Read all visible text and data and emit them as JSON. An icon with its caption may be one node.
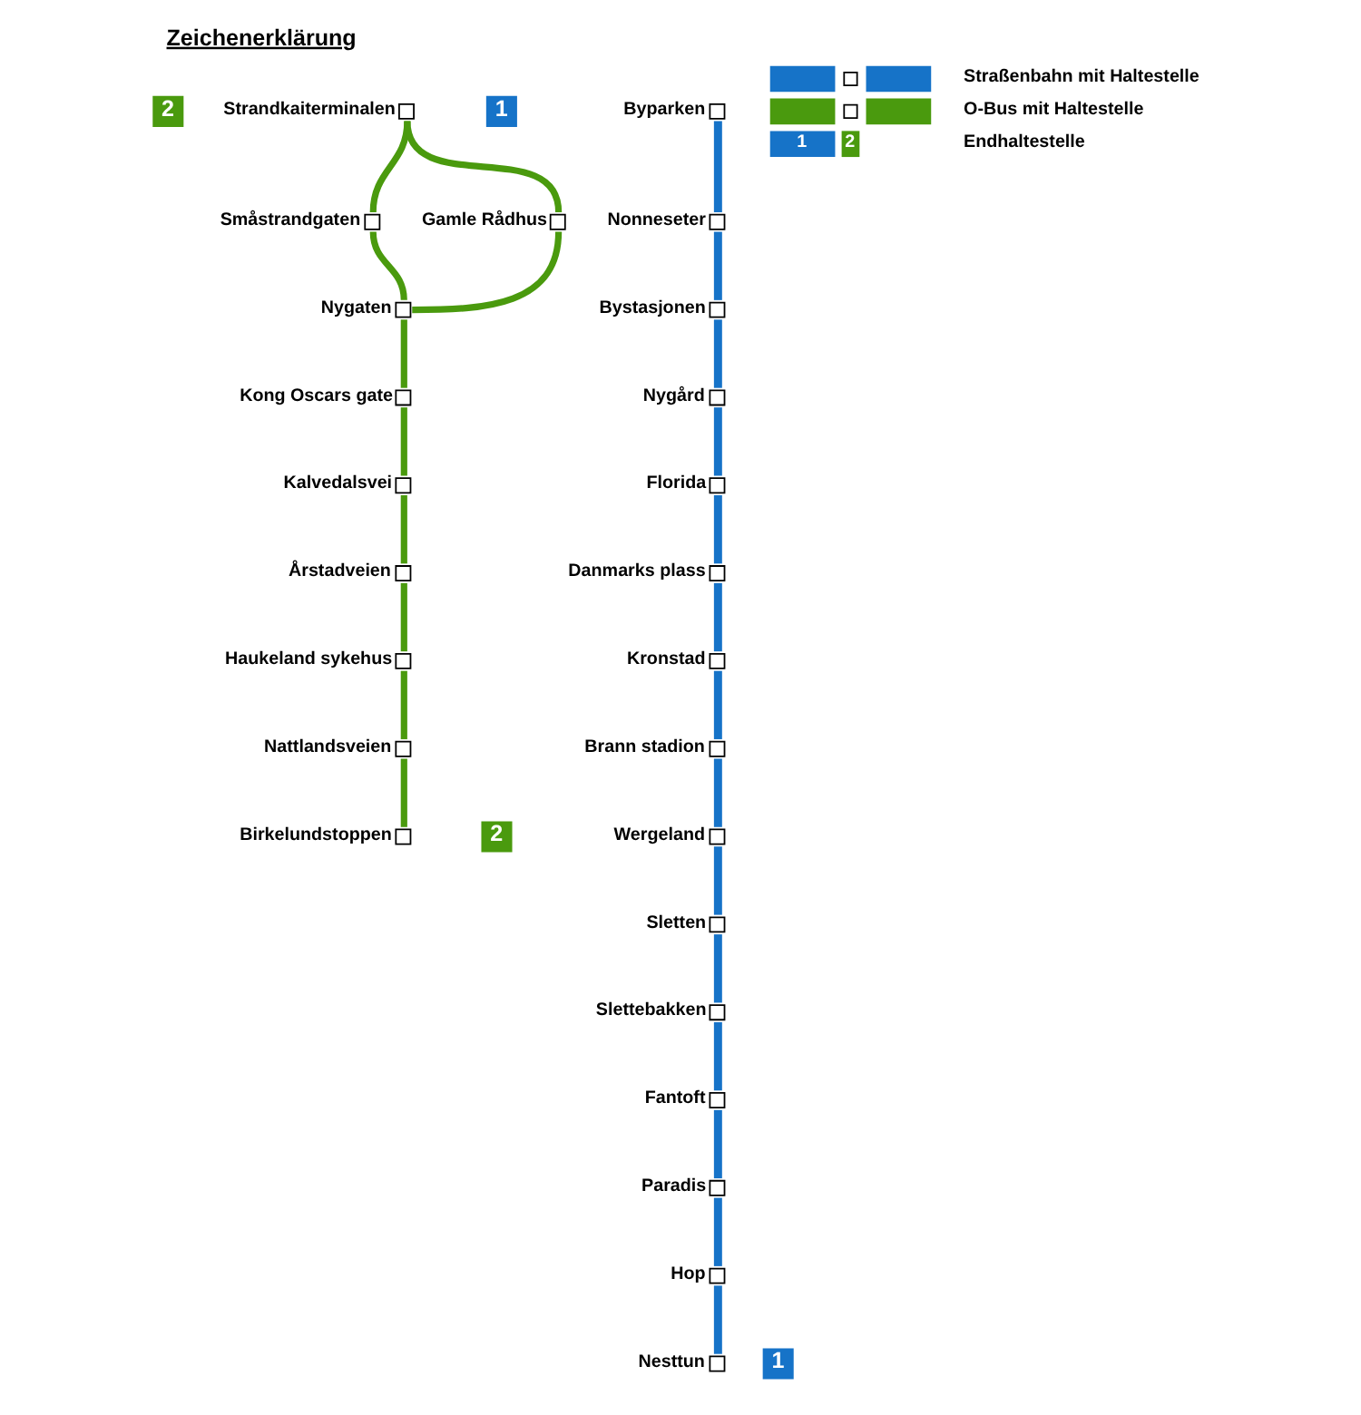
{
  "diagram": {
    "title": "Zeichenerklärung",
    "nodes": [
      {
        "text": [
          "2"
        ]
      },
      {
        "text": [
          "Strandkaiterminalen"
        ]
      },
      {
        "text": [
          "Småstrandgaten"
        ]
      },
      {
        "text": [
          "Gamle Rådhus"
        ]
      },
      {
        "text": [
          "Nygaten"
        ]
      },
      {
        "text": [
          "Kong Oscars gate"
        ]
      },
      {
        "text": [
          "Kalvedalsvei"
        ]
      },
      {
        "text": [
          "Årstadveien"
        ]
      },
      {
        "text": [
          "Haukeland sykehus"
        ]
      },
      {
        "text": [
          "Nattlandsveien"
        ]
      },
      {
        "text": [
          "Birkelundstoppen"
        ]
      },
      {
        "text": [
          "2"
        ]
      },
      {
        "text": [
          "1"
        ]
      },
      {
        "text": [
          "Byparken"
        ]
      },
      {
        "text": [
          "Nonneseter"
        ]
      },
      {
        "text": [
          "Bystasjonen"
        ]
      },
      {
        "text": [
          "Nygård"
        ]
      },
      {
        "text": [
          "Florida"
        ]
      },
      {
        "text": [
          "Danmarks plass"
        ]
      },
      {
        "text": [
          "Kronstad"
        ]
      },
      {
        "text": [
          "Brann stadion"
        ]
      },
      {
        "text": [
          "Wergeland"
        ]
      },
      {
        "text": [
          "Sletten"
        ]
      },
      {
        "text": [
          "Slettebakken"
        ]
      },
      {
        "text": [
          "Fantoft"
        ]
      },
      {
        "text": [
          "Paradis"
        ]
      },
      {
        "text": [
          "Hop"
        ]
      },
      {
        "text": [
          "Nesttun"
        ]
      },
      {
        "text": [
          "1"
        ]
      }
    ],
    "edges": [
      {
        "from": 1,
        "to": 3,
        "arrow": "none",
        "color": "#4a9a0e"
      },
      {
        "from": 1,
        "to": 2,
        "arrow": "none",
        "color": "#4a9a0e"
      },
      {
        "from": 3,
        "to": 4,
        "arrow": "none",
        "color": "#4a9a0e"
      },
      {
        "from": 2,
        "to": 4,
        "arrow": "none",
        "color": "#4a9a0e"
      },
      {
        "from": 4,
        "to": 5,
        "arrow": "none",
        "color": "#4a9a0e"
      },
      {
        "from": 5,
        "to": 6,
        "arrow": "none",
        "color": "#4a9a0e"
      },
      {
        "from": 6,
        "to": 7,
        "arrow": "none",
        "color": "#4a9a0e"
      },
      {
        "from": 7,
        "to": 8,
        "arrow": "none",
        "color": "#4a9a0e"
      },
      {
        "from": 8,
        "to": 9,
        "arrow": "none",
        "color": "#4a9a0e"
      },
      {
        "from": 9,
        "to": 10,
        "arrow": "none",
        "color": "#4a9a0e"
      },
      {
        "from": 13,
        "to": 14,
        "arrow": "none"
      },
      {
        "from": 14,
        "to": 15,
        "arrow": "none"
      },
      {
        "from": 15,
        "to": 16,
        "arrow": "none"
      },
      {
        "from": 16,
        "to": 17,
        "arrow": "none"
      },
      {
        "from": 17,
        "to": 18,
        "arrow": "none"
      },
      {
        "from": 18,
        "to": 19,
        "arrow": "none"
      },
      {
        "from": 19,
        "to": 20,
        "arrow": "none"
      },
      {
        "from": 20,
        "to": 21,
        "arrow": "none"
      },
      {
        "from": 21,
        "to": 22,
        "arrow": "none"
      },
      {
        "from": 22,
        "to": 23,
        "arrow": "none"
      },
      {
        "from": 23,
        "to": 24,
        "arrow": "none"
      },
      {
        "from": 24,
        "to": 25,
        "arrow": "none"
      },
      {
        "from": 25,
        "to": 26,
        "arrow": "none"
      },
      {
        "from": 26,
        "to": 27,
        "arrow": "none"
      }
    ],
    "labels": [
      "1",
      "2"
    ],
    "legend": [
      {
        "text": "Straßenbahn mit Haltestelle"
      },
      {
        "text": "O-Bus mit Haltestelle"
      },
      {
        "text": "Endhaltestelle"
      }
    ]
  }
}
